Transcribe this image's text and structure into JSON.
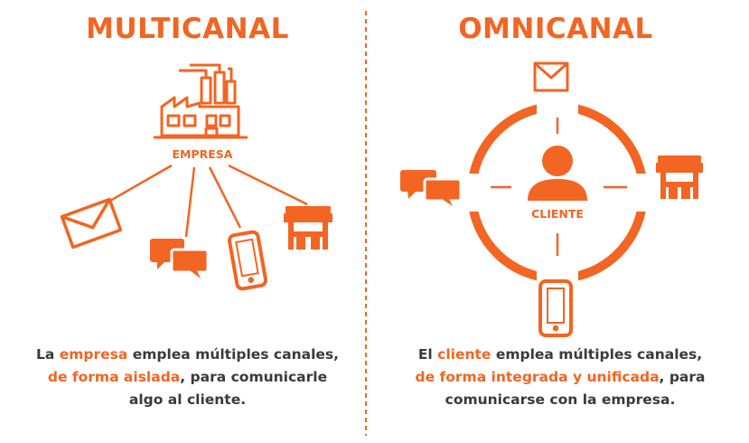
{
  "left": {
    "title": "MULTICANAL",
    "center_label": "EMPRESA",
    "caption": {
      "line1_pre": "La ",
      "line1_hl": "empresa",
      "line1_post": " emplea múltiples canales,",
      "line2_hl": "de forma aislada",
      "line2_post": ", para comunicarle",
      "line3": "algo al cliente."
    },
    "channel_icons": [
      "envelope-icon",
      "chat-bubbles-icon",
      "smartphone-icon",
      "store-icon"
    ],
    "center_icon": "factory-icon"
  },
  "right": {
    "title": "OMNICANAL",
    "center_label": "CLIENTE",
    "caption": {
      "line1_pre": "El ",
      "line1_hl": "cliente",
      "line1_post": " emplea múltiples canales,",
      "line2_hl": "de forma integrada y unificada",
      "line2_post": ", para",
      "line3": "comunicarse con la empresa."
    },
    "channel_icons": [
      "envelope-icon",
      "chat-bubbles-icon",
      "smartphone-icon",
      "store-icon"
    ],
    "center_icon": "person-icon"
  },
  "colors": {
    "accent": "#f26522",
    "text": "#3a3a3a",
    "background": "#ffffff"
  }
}
